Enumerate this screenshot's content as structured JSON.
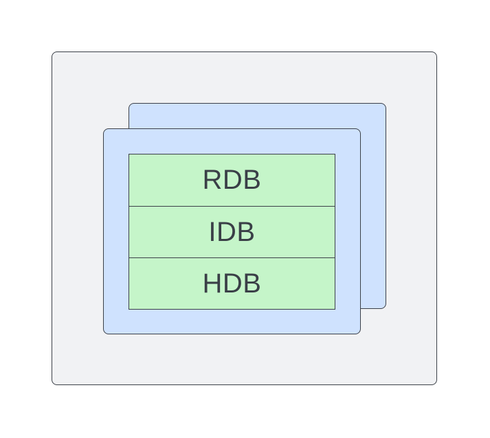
{
  "diagram": {
    "layers": [
      {
        "label": "RDB"
      },
      {
        "label": "IDB"
      },
      {
        "label": "HDB"
      }
    ]
  },
  "colors": {
    "outer_fill": "#f1f2f4",
    "card_fill": "#cfe2fe",
    "layer_fill": "#c5f5c9",
    "stroke": "#3b4048",
    "text": "#3a3f47"
  }
}
